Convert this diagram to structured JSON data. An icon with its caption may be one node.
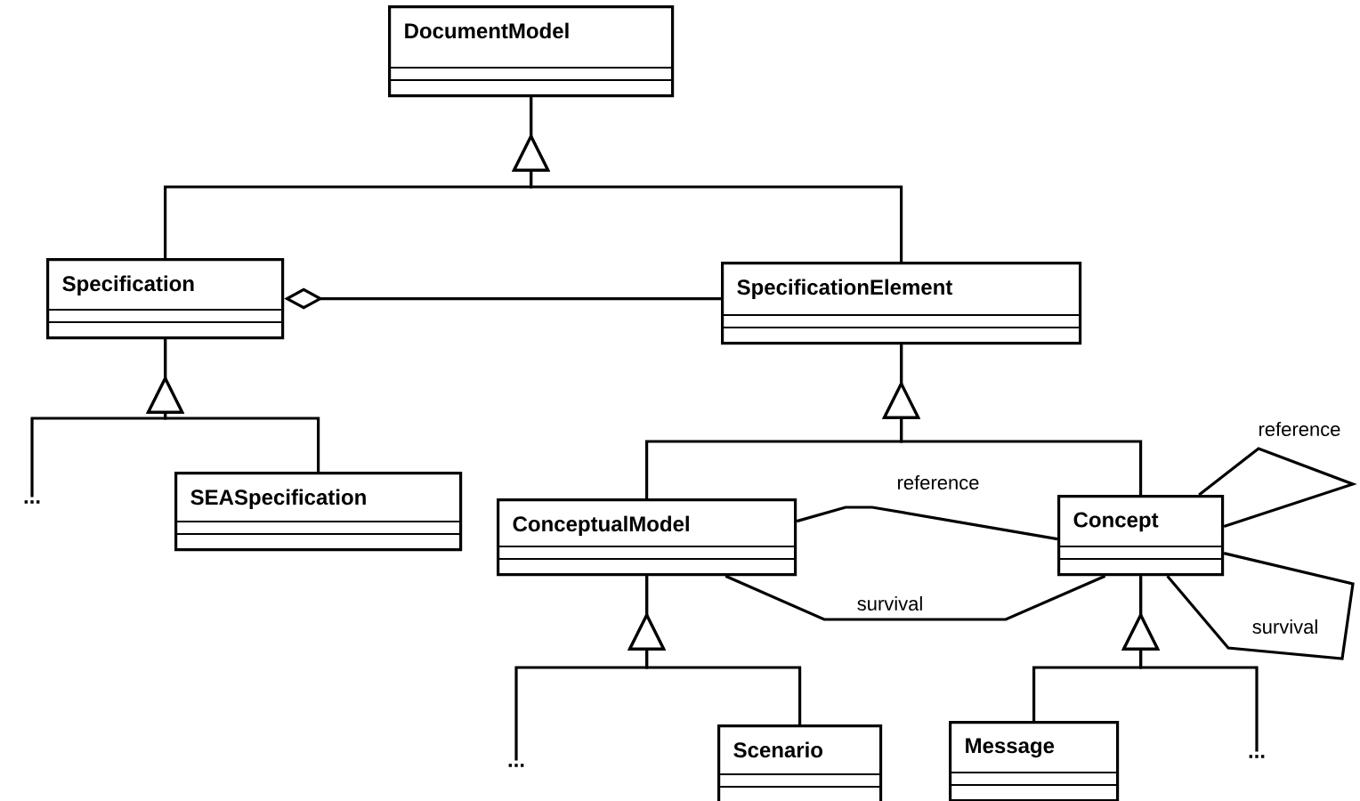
{
  "diagram": {
    "nodes": [
      {
        "text": [
          "DocumentModel"
        ]
      },
      {
        "text": [
          "Specification"
        ]
      },
      {
        "text": [
          "SpecificationElement"
        ]
      },
      {
        "text": [
          "..."
        ]
      },
      {
        "text": [
          "SEASpecification"
        ]
      },
      {
        "text": [
          "ConceptualModel"
        ]
      },
      {
        "text": [
          "Concept"
        ]
      },
      {
        "text": [
          "..."
        ]
      },
      {
        "text": [
          "Scenario"
        ]
      },
      {
        "text": [
          "Message"
        ]
      },
      {
        "text": [
          "..."
        ]
      }
    ],
    "edges": [
      {
        "from": 1,
        "to": 0,
        "arrow": "to"
      },
      {
        "from": 2,
        "to": 0,
        "arrow": "to"
      },
      {
        "from": 1,
        "to": 2,
        "arrow": "other"
      },
      {
        "from": 3,
        "to": 1,
        "arrow": "to"
      },
      {
        "from": 4,
        "to": 1,
        "arrow": "to"
      },
      {
        "from": 5,
        "to": 2,
        "arrow": "to"
      },
      {
        "from": 6,
        "to": 2,
        "arrow": "to"
      },
      {
        "from": 5,
        "to": 6,
        "arrow": "none",
        "label": "reference"
      },
      {
        "from": 5,
        "to": 6,
        "arrow": "none",
        "label": "survival"
      },
      {
        "from": 6,
        "to": 6,
        "arrow": "none",
        "label": "reference"
      },
      {
        "from": 6,
        "to": 6,
        "arrow": "none",
        "label": "survival"
      },
      {
        "from": 7,
        "to": 5,
        "arrow": "to"
      },
      {
        "from": 8,
        "to": 5,
        "arrow": "to"
      },
      {
        "from": 9,
        "to": 6,
        "arrow": "to"
      },
      {
        "from": 10,
        "to": 6,
        "arrow": "to"
      }
    ]
  }
}
